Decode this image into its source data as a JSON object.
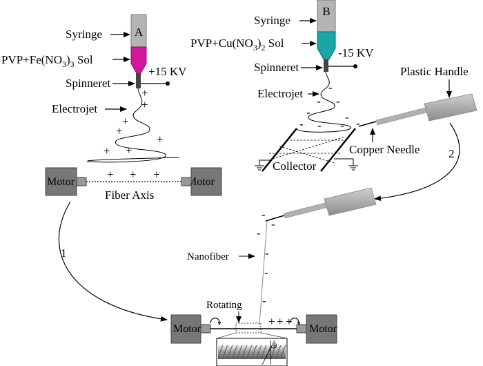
{
  "syringe_a": {
    "letter": "A",
    "syringe_label": "Syringe",
    "solution_label": "PVP+Fe(NO",
    "solution_sub": "3",
    "solution_mid": ")",
    "solution_sub2": "3",
    "solution_tail": " Sol",
    "solution_color": "#d4169c",
    "spinneret_label": "Spinneret",
    "voltage": "+15 KV",
    "electrojet_label": "Electrojet"
  },
  "syringe_b": {
    "letter": "B",
    "syringe_label": "Syringe",
    "solution_label": "PVP+Cu(NO",
    "solution_sub": "3",
    "solution_mid": ")",
    "solution_sub2": "2",
    "solution_tail": " Sol",
    "solution_color": "#1aa6a6",
    "spinneret_label": "Spinneret",
    "voltage": "-15 KV",
    "electrojet_label": "Electrojet",
    "collector_label": "Collector",
    "needle_label": "Copper Needle",
    "handle_label": "Plastic Handle"
  },
  "motors_top": {
    "left": "Motor",
    "right": "Motor",
    "axis_label": "Fiber Axis"
  },
  "bottom": {
    "motor_left": "Motor",
    "motor_right": "Motor",
    "rotating_label": "Rotating",
    "nanofiber_label": "Nanofiber",
    "theta": "θ"
  },
  "arrows": {
    "step1": "1",
    "step2": "2"
  },
  "signs": {
    "plus": "+",
    "minus": "-"
  }
}
